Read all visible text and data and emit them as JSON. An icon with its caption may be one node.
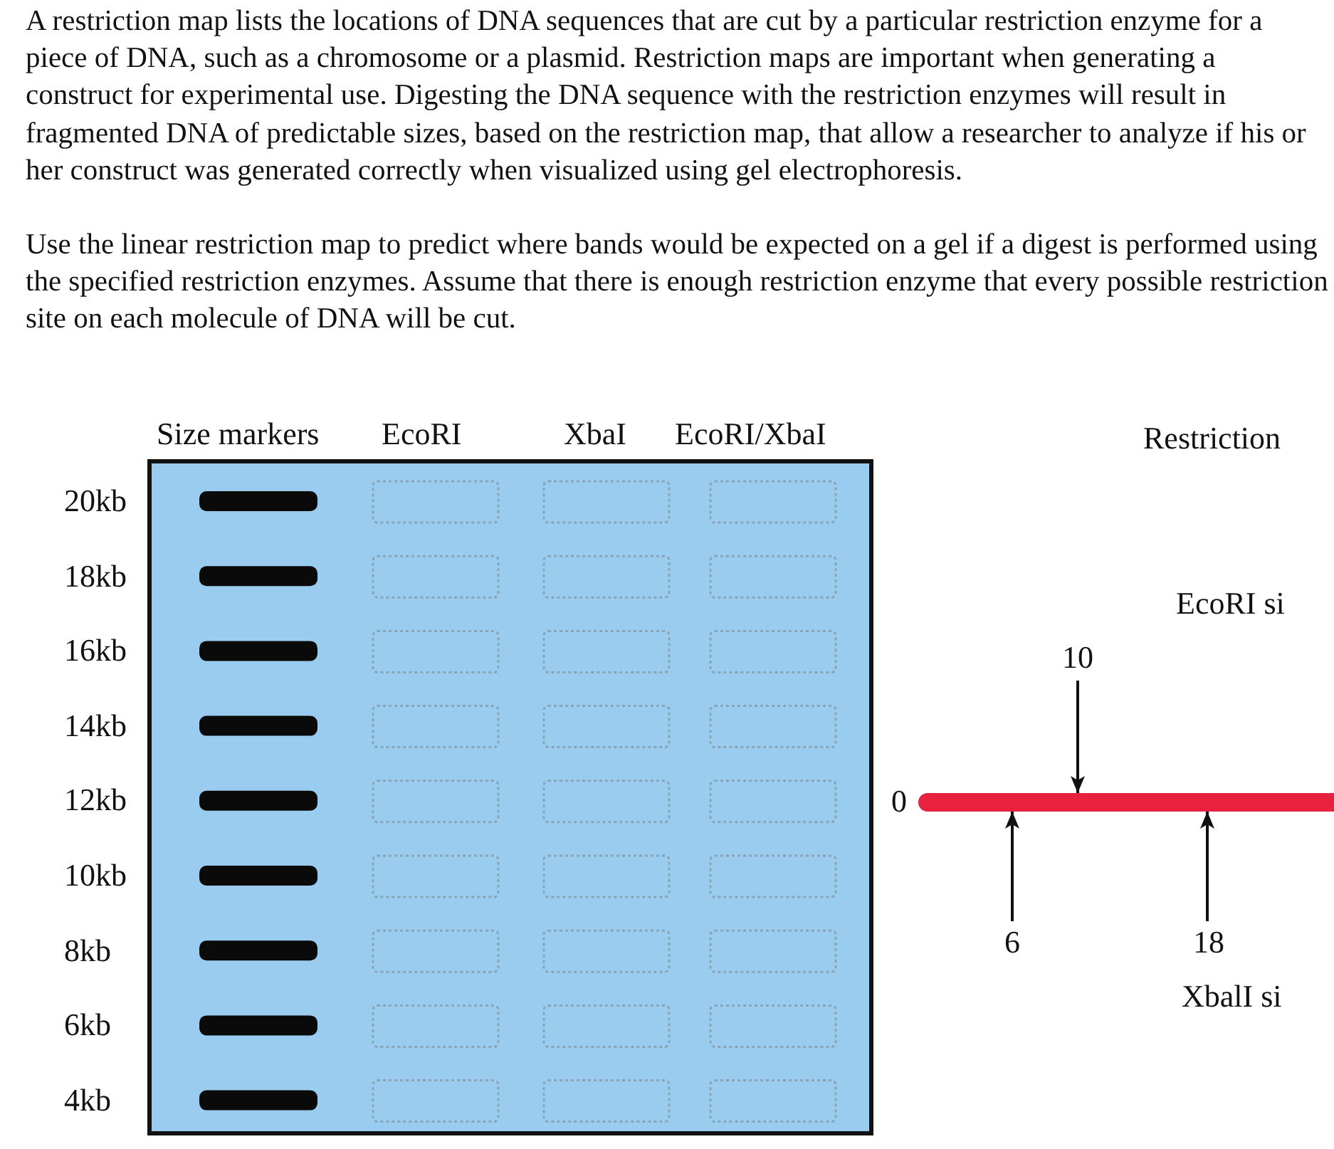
{
  "diagram": {
    "nodes": [
      {
        "text": [],
        "shape": "bar",
        "beside": [
          "0"
        ]
      },
      {
        "text": [
          "10"
        ]
      },
      {
        "text": [
          "6"
        ]
      },
      {
        "text": [
          "18"
        ]
      }
    ],
    "edges": [
      {
        "from": 1,
        "to": 0,
        "arrow": "to"
      },
      {
        "from": 2,
        "to": 0,
        "arrow": "to"
      },
      {
        "from": 3,
        "to": 0,
        "arrow": "to"
      }
    ],
    "labels": [
      "A restriction map lists the locations of DNA sequences that are cut by a particular restriction enzyme for a piece of DNA, such as a chromosome or a plasmid. Restriction maps are important when generating a construct for experimental use. Digesting the DNA sequence with the restriction enzymes will result in fragmented DNA of predictable sizes, based on the restriction map, that allow a researcher to analyze if his or her construct was generated correctly when visualized using gel electrophoresis.",
      "Use the linear restriction map to predict where bands would be expected on a gel if a digest is performed using the specified restriction enzymes. Assume that there is enough restriction enzyme that every possible restriction site on each molecule of DNA will be cut.",
      "Size markers",
      "EcoRI",
      "XbaI",
      "EcoRI/XbaI",
      "20kb",
      "18kb",
      "16kb",
      "14kb",
      "12kb",
      "10kb",
      "8kb",
      "6kb",
      "4kb",
      "Restriction",
      "EcoRI si",
      "XbalI si"
    ]
  }
}
